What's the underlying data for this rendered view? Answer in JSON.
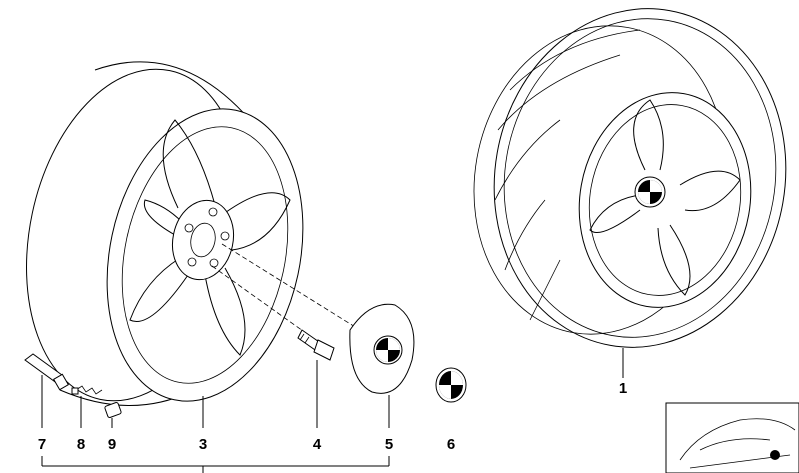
{
  "callouts": {
    "c1": "1",
    "c3": "3",
    "c4": "4",
    "c5": "5",
    "c6": "6",
    "c7": "7",
    "c8": "8",
    "c9": "9"
  },
  "colors": {
    "line": "#000000",
    "background": "#ffffff",
    "emblem_blue": "#000000"
  }
}
